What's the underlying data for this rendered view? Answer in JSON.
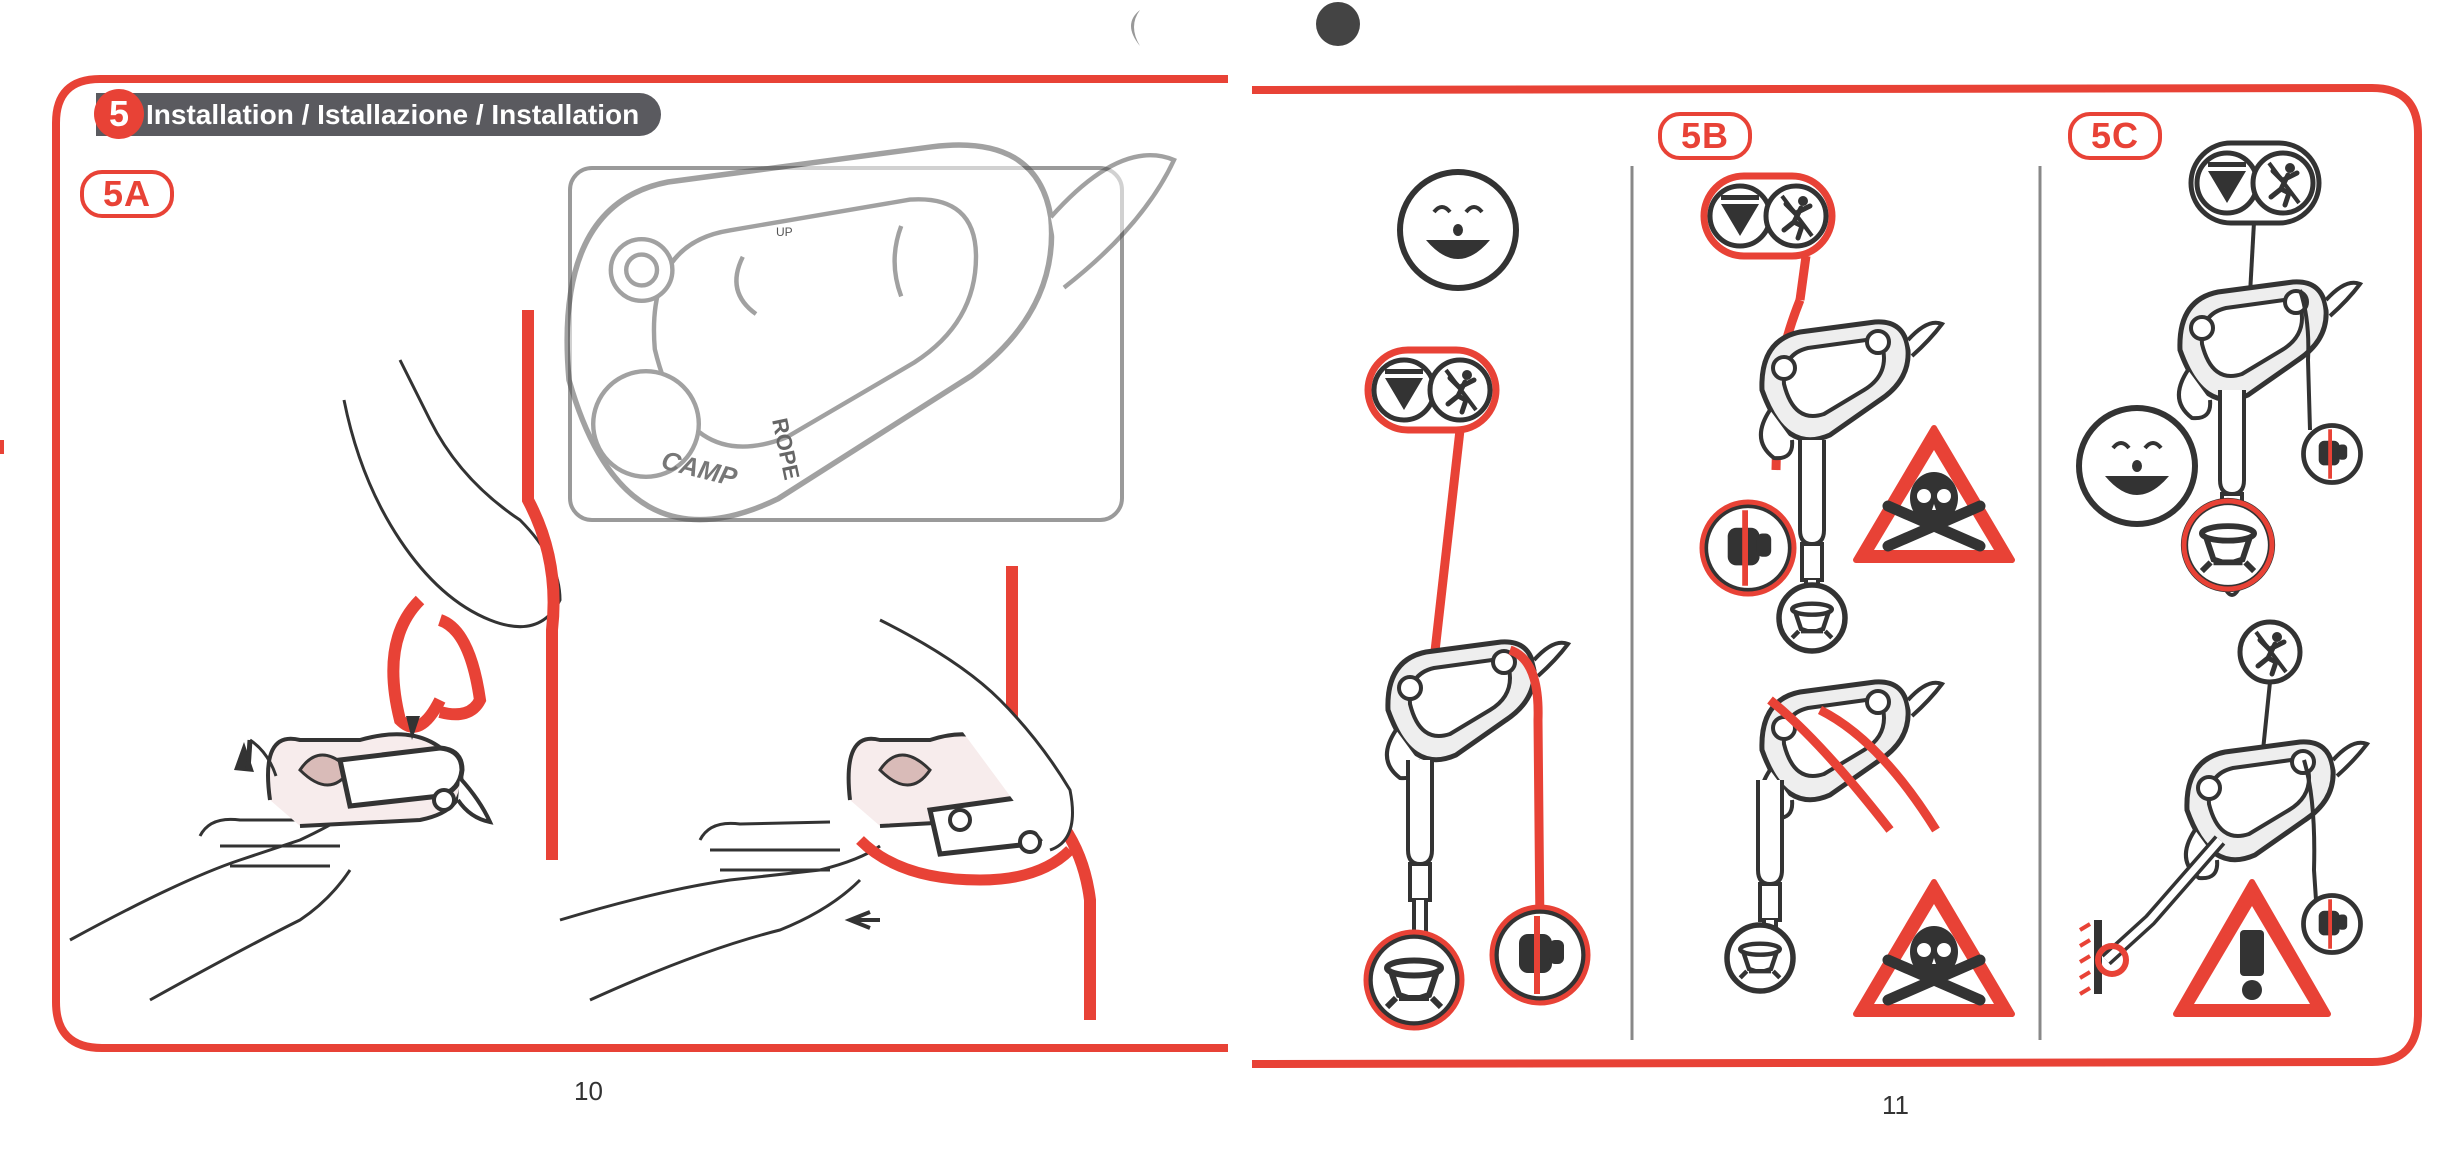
{
  "section": {
    "number": "5",
    "title": "Installation / Istallazione / Installation"
  },
  "subsections": {
    "a": "5A",
    "b": "5B",
    "c": "5C"
  },
  "device": {
    "brand": "CAMP",
    "model": "ROPE",
    "up_label": "UP"
  },
  "pages": {
    "left": "10",
    "right": "11"
  },
  "colors": {
    "accent": "#e84236",
    "dark": "#333333",
    "pill": "#5a5a5f",
    "divider": "#888888"
  },
  "icons": [
    "smiley-face-icon",
    "descent-arrow-icon",
    "no-climbing-icon",
    "harness-icon",
    "hand-grip-icon",
    "skull-danger-icon",
    "exclamation-warning-icon",
    "anchor-icon"
  ]
}
